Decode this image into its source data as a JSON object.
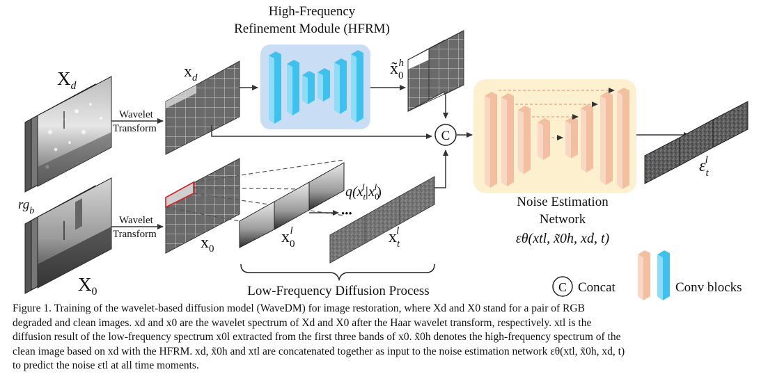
{
  "labels": {
    "input_degraded": "X",
    "input_degraded_sub": "d",
    "input_clean": "X",
    "input_clean_sub": "0",
    "side_label": "rg",
    "side_label_sub": "b",
    "wavelet_top_1": "Wavelet",
    "wavelet_top_2": "Transform",
    "wavelet_bottom_1": "Wavelet",
    "wavelet_bottom_2": "Transform",
    "xd": "x",
    "xd_sub": "d",
    "x0": "x",
    "x0_sub": "0",
    "hfrm_title_1": "High-Frequency",
    "hfrm_title_2": "Refinement Module (HFRM)",
    "x0h": "x̃",
    "x0h_sub": "0",
    "x0h_sup": "h",
    "x0l": "x",
    "x0l_sub": "0",
    "x0l_sup": "l",
    "xtl": "x",
    "xtl_sub": "t",
    "xtl_sup": "l",
    "q_expr": "q(x",
    "q_sub1": "t",
    "q_sup1": "l",
    "q_mid": "|x",
    "q_sub2": "0",
    "q_sup2": "l",
    "q_end": ")",
    "dots": "•••",
    "concat_symbol": "C",
    "noise_title_1": "Noise Estimation",
    "noise_title_2": "Network",
    "noise_formula": "εθ(xtl, x̃0h, xd, t)",
    "epsilon": "ε",
    "epsilon_sub": "t",
    "epsilon_sup": "l",
    "lfdp": "Low-Frequency Diffusion Process",
    "legend_concat_symbol": "C",
    "legend_concat": "Concat",
    "legend_conv": "Conv blocks"
  },
  "caption": [
    "Figure 1. Training of the wavelet-based diffusion model (WaveDM) for image restoration, where Xd and X0 stand for a pair of RGB",
    "degraded and clean images. xd and x0 are the wavelet spectrum of Xd and X0 after the Haar wavelet transform, respectively. xtl is the",
    "diffusion result of the low-frequency spectrum x0l extracted from the first three bands of x0. x̃0h denotes the high-frequency spectrum of the",
    "clean image based on xd with the HFRM. xd, x̃0h and xtl are concatenated together as input to the noise estimation network εθ(xtl, x̃0h, xd, t)",
    "to predict the noise εtl at all time moments."
  ],
  "colors": {
    "hfrm_bg": "#c9def4",
    "conv_blue": "#3fc1ee",
    "noise_bg": "#fdf0cf",
    "conv_peach": "#f2bfa0",
    "grid_dark": "#5a5a5a"
  }
}
